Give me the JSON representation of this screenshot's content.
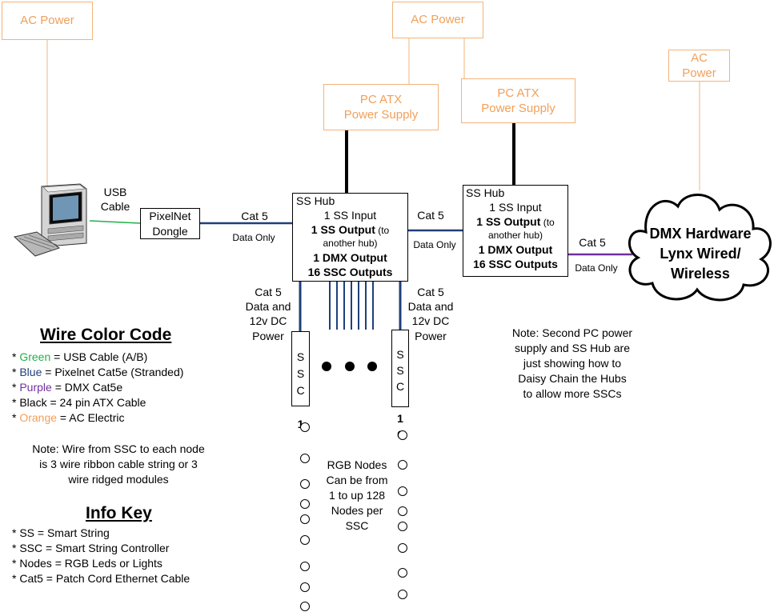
{
  "colors": {
    "green": "#22b04a",
    "blue": "#1f3f7a",
    "purple": "#7030a0",
    "black": "#000000",
    "orange": "#f0a05a"
  },
  "ac_power": {
    "left": "AC Power",
    "center": "AC Power",
    "right": "AC\nPower"
  },
  "psu": {
    "first": "PC ATX\nPower Supply",
    "second": "PC ATX\nPower Supply"
  },
  "computer": {
    "icon": "desktop-computer-icon"
  },
  "usb_label": "USB\nCable",
  "dongle": "PixelNet\nDongle",
  "link1": {
    "cable": "Cat 5",
    "note": "Data Only"
  },
  "hub1": {
    "title": "SS Hub",
    "line1": "1 SS Input",
    "line2_bold": "1 SS Output",
    "line2_small": " (to",
    "line3": "another hub)",
    "line4": "1 DMX Output",
    "line5": "16 SSC Outputs"
  },
  "link2": {
    "cable": "Cat 5",
    "note": "Data Only"
  },
  "hub2": {
    "title": "SS Hub",
    "line1": "1 SS Input",
    "line2_bold": "1 SS Output",
    "line2_small": " (to",
    "line3": "another hub)",
    "line4": "1 DMX Output",
    "line5": "16 SSC Outputs"
  },
  "link3": {
    "cable": "Cat 5",
    "note": "Data Only"
  },
  "dmx_cloud": "DMX Hardware\nLynx Wired/\nWireless",
  "ssc_left_label": "Cat 5\nData and\n12v DC\nPower",
  "ssc_right_label": "Cat 5\nData and\n12v DC\nPower",
  "ssc1": {
    "letters": "S\nS\nC",
    "number": "1"
  },
  "ssc16": {
    "letters": "S\nS\nC",
    "number": "1\n6"
  },
  "daisy_note": "Note: Second PC power\nsupply and SS Hub are\njust showing how to\nDaisy Chain the Hubs\nto allow more SSCs",
  "nodes_note": "RGB Nodes\nCan be from\n1 to up 128\nNodes per\nSSC",
  "wire_color_code": {
    "heading": "Wire Color Code",
    "items": [
      {
        "prefix": "* ",
        "color_word": "Green",
        "rest": " = USB Cable (A/B)",
        "color": "green"
      },
      {
        "prefix": "* ",
        "color_word": "Blue",
        "rest": " = Pixelnet Cat5e (Stranded)",
        "color": "blue"
      },
      {
        "prefix": "* ",
        "color_word": "Purple",
        "rest": " = DMX Cat5e",
        "color": "purple"
      },
      {
        "prefix": "* ",
        "color_word": "Black",
        "rest": " = 24 pin ATX Cable",
        "color": "black"
      },
      {
        "prefix": "* ",
        "color_word": "Orange",
        "rest": " = AC Electric",
        "color": "orange"
      }
    ]
  },
  "wire_note": "Note: Wire from SSC to each node\nis 3 wire ribbon cable string or 3\nwire ridged modules",
  "info_key": {
    "heading": "Info Key",
    "items": [
      "* SS = Smart String",
      "* SSC = Smart String Controller",
      "* Nodes = RGB Leds or Lights",
      "* Cat5 = Patch Cord Ethernet Cable"
    ]
  }
}
